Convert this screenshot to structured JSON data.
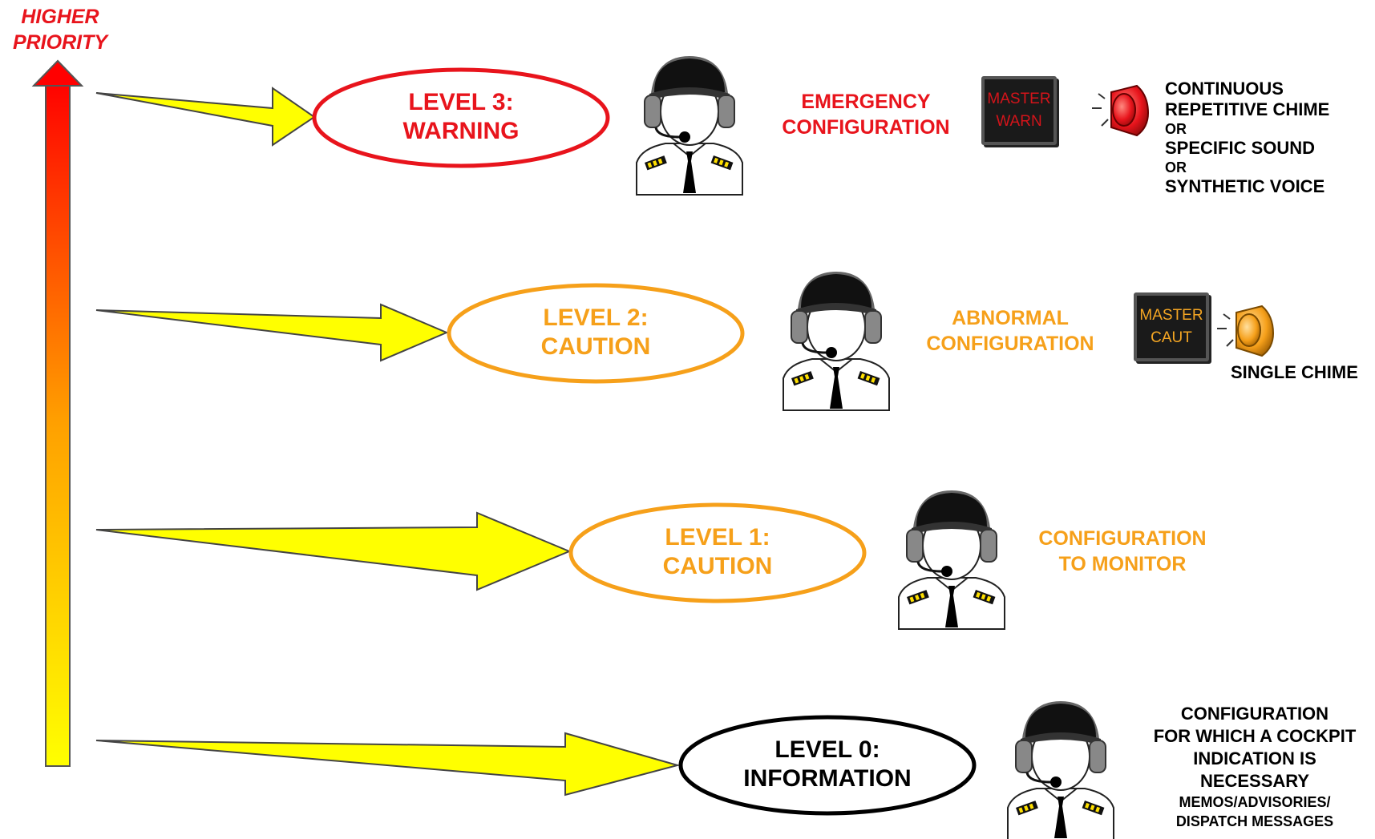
{
  "axis": {
    "label_line1": "HIGHER",
    "label_line2": "PRIORITY"
  },
  "colors": {
    "warning": "#e8141c",
    "caution": "#f6a01a",
    "information": "#000000",
    "arrow_fill": "#ffff00"
  },
  "levels": [
    {
      "id": "level-3",
      "label_line1": "LEVEL 3:",
      "label_line2": "WARNING",
      "configuration_line1": "EMERGENCY",
      "configuration_line2": "CONFIGURATION",
      "panel_line1": "MASTER",
      "panel_line2": "WARN",
      "aural_icon": "bell-icon",
      "aural": [
        "CONTINUOUS",
        "REPETITIVE CHIME",
        "OR",
        "SPECIFIC SOUND",
        "OR",
        "SYNTHETIC VOICE"
      ]
    },
    {
      "id": "level-2",
      "label_line1": "LEVEL 2:",
      "label_line2": "CAUTION",
      "configuration_line1": "ABNORMAL",
      "configuration_line2": "CONFIGURATION",
      "panel_line1": "MASTER",
      "panel_line2": "CAUT",
      "aural_icon": "bell-icon",
      "aural": [
        "SINGLE CHIME"
      ]
    },
    {
      "id": "level-1",
      "label_line1": "LEVEL 1:",
      "label_line2": "CAUTION",
      "configuration_line1": "CONFIGURATION",
      "configuration_line2": "TO MONITOR"
    },
    {
      "id": "level-0",
      "label_line1": "LEVEL 0:",
      "label_line2": "INFORMATION",
      "description": [
        "CONFIGURATION",
        "FOR WHICH A COCKPIT",
        "INDICATION IS",
        "NECESSARY"
      ],
      "messages": [
        "MEMOS/ADVISORIES/",
        "DISPATCH MESSAGES"
      ]
    }
  ]
}
